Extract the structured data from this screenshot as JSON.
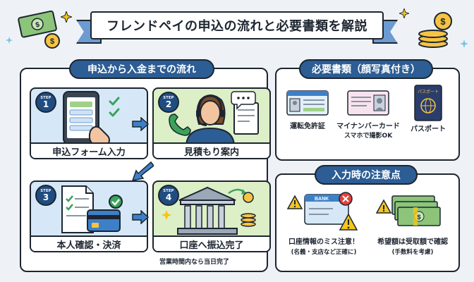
{
  "title": "フレンドペイの申込の流れと必要書類を解説",
  "flow": {
    "heading": "申込から入金までの流れ",
    "step_word": "STEP",
    "steps": [
      {
        "number": "1",
        "label": "申込フォーム入力",
        "icon": "smartphone-form-icon"
      },
      {
        "number": "2",
        "label": "見積もり案内",
        "icon": "operator-headset-icon"
      },
      {
        "number": "3",
        "label": "本人確認・決済",
        "icon": "document-card-icon"
      },
      {
        "number": "4",
        "label": "口座へ振込完了",
        "icon": "bank-icon",
        "note": "営業時間内なら当日完了"
      }
    ]
  },
  "documents": {
    "heading": "必要書類（顔写真付き）",
    "items": [
      {
        "label": "運転免許証",
        "icon": "drivers-license-icon"
      },
      {
        "label": "マイナンバーカード",
        "sub": "スマホで撮影OK",
        "icon": "my-number-card-icon"
      },
      {
        "label": "パスポート",
        "icon": "passport-icon",
        "cover_text": "パスポート"
      }
    ]
  },
  "cautions": {
    "heading": "入力時の注意点",
    "items": [
      {
        "label": "口座情報のミス注意！",
        "sub": "(名義・支店など正確に)",
        "icon": "bank-card-warning-icon",
        "card_text": "BANK"
      },
      {
        "label": "希望額は受取額で確認",
        "sub": "(手数料を考慮)",
        "icon": "cash-stack-warning-icon"
      }
    ]
  },
  "colors": {
    "navy": "#2c5d94",
    "step_blue": "#d6e8f7",
    "step_green": "#dcefc7",
    "arrow": "#3d80c9",
    "warning": "#f5c518"
  }
}
